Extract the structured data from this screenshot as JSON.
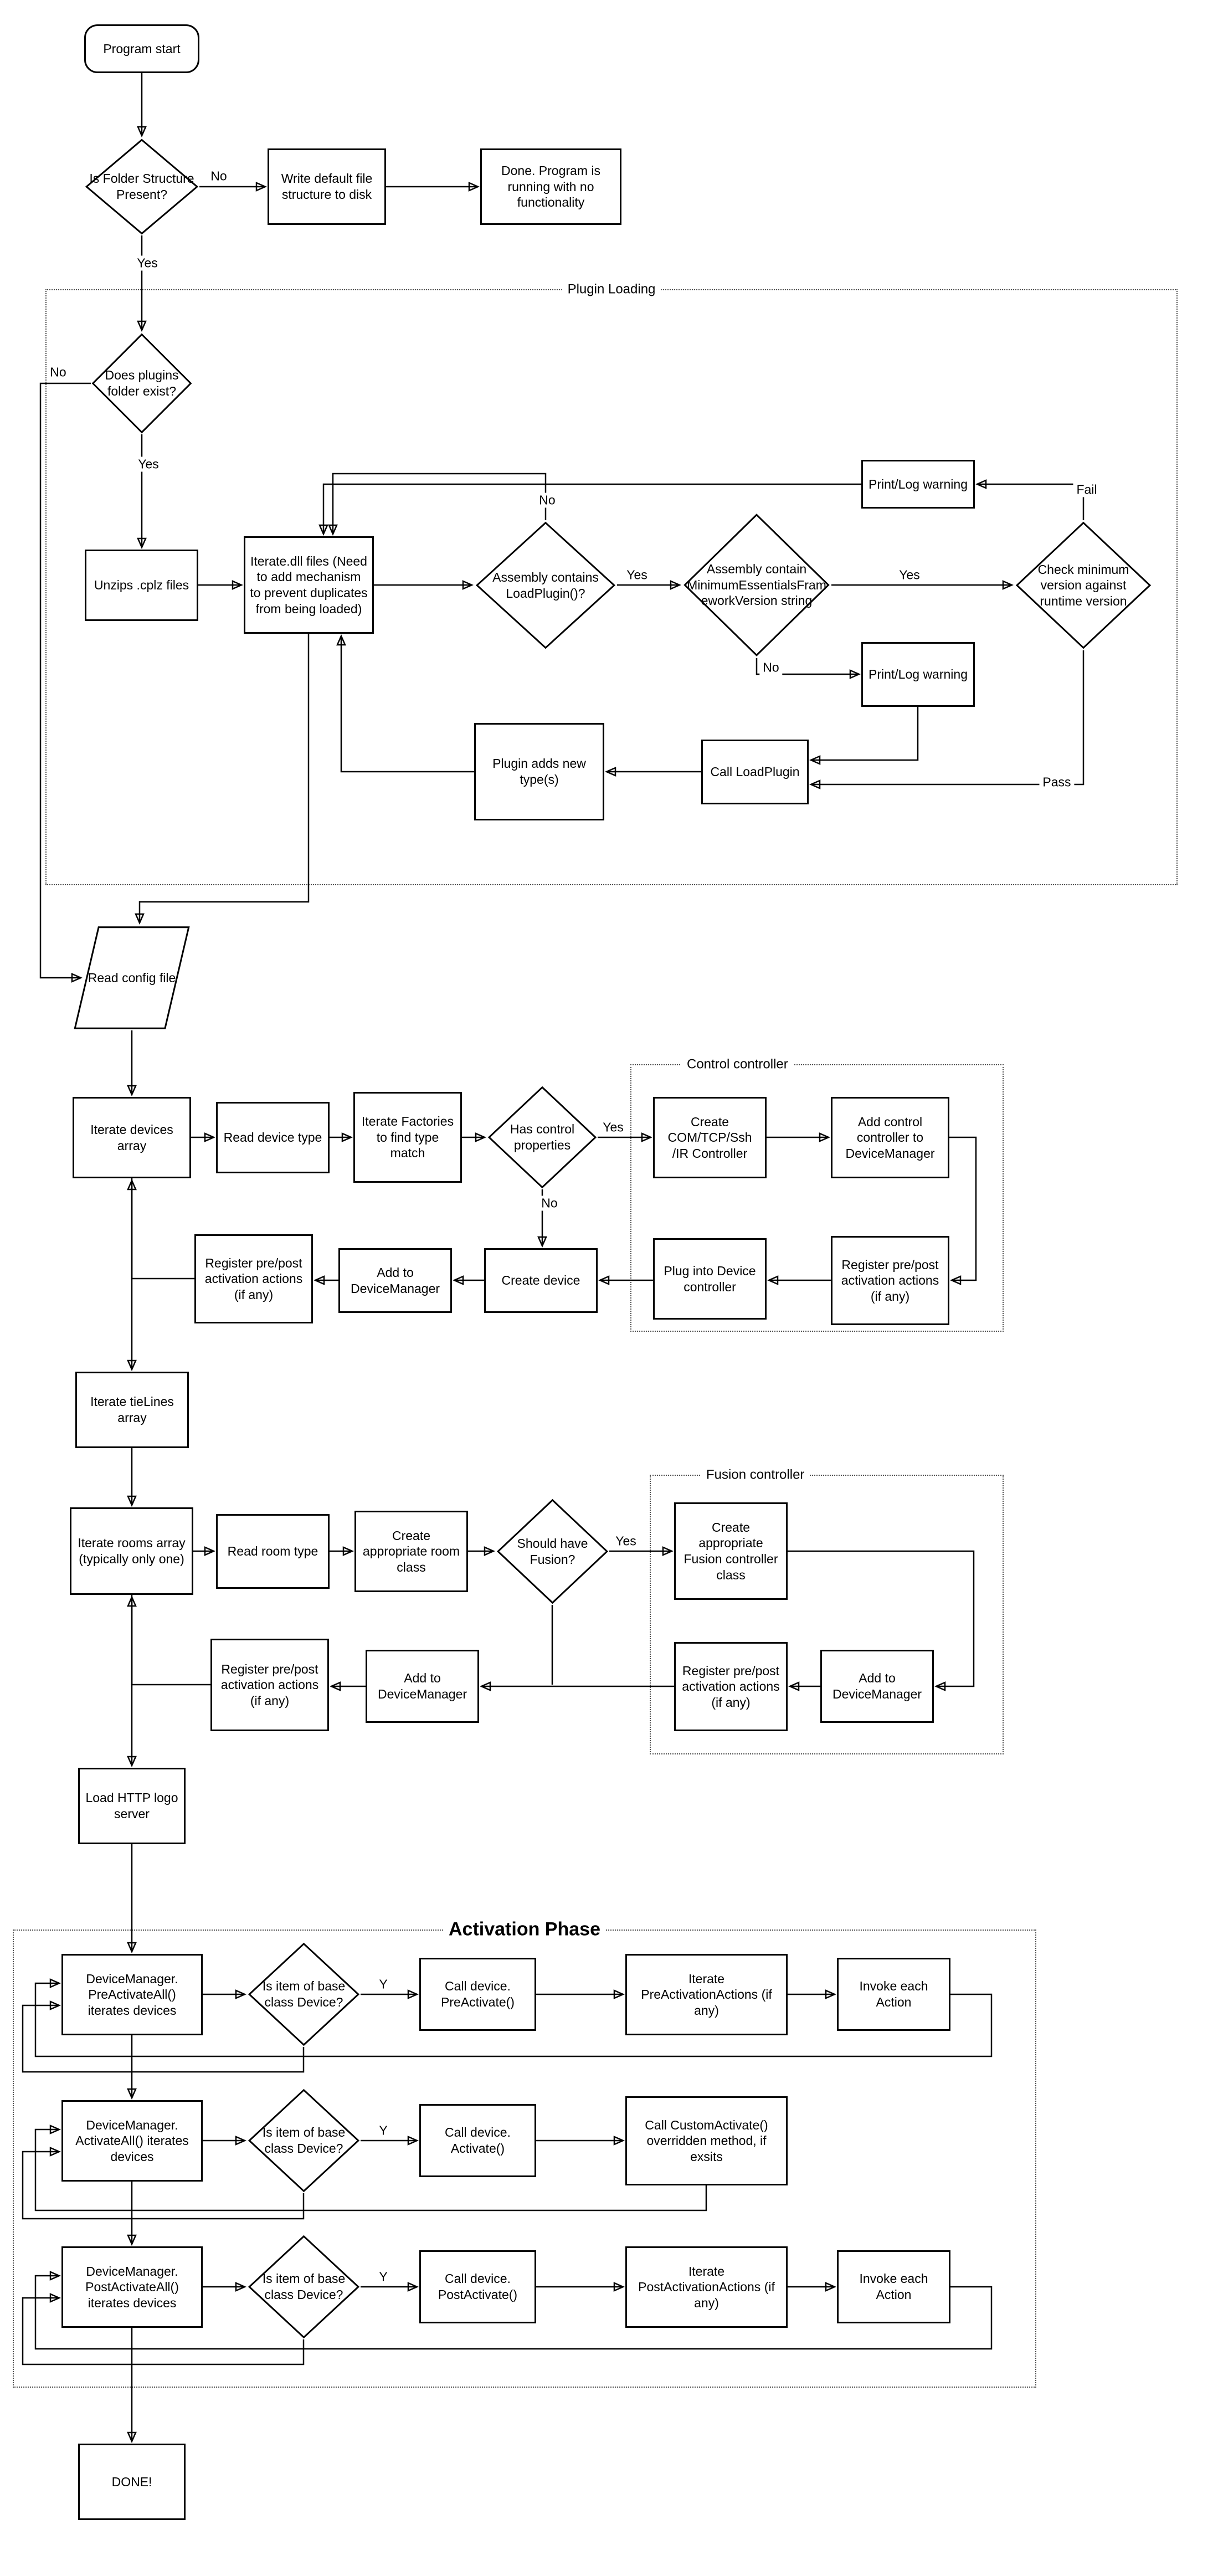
{
  "containers": {
    "plugin_loading": "Plugin Loading",
    "control_controller": "Control controller",
    "fusion_controller": "Fusion controller",
    "activation_phase": "Activation Phase"
  },
  "nodes": {
    "program_start": "Program start",
    "folder_check": "Is Folder Structure Present?",
    "write_default": "Write default file structure to disk",
    "done_no_functionality": "Done.  Program is running with no functionality",
    "plugins_folder_check": "Does plugins folder exist?",
    "unzips_cplz": "Unzips .cplz files",
    "iterate_dll": "Iterate.dll files (Need to add mechanism to prevent duplicates from being loaded)",
    "assembly_contains_loadplugin": "Assembly contains LoadPlugin()?",
    "assembly_min_version": "Assembly contain MinimumEssentialsFrameworkVersion string",
    "check_min_version": "Check minimum version against runtime version",
    "print_log_warning_top": "Print/Log warning",
    "print_log_warning_mid": "Print/Log warning",
    "call_loadplugin": "Call LoadPlugin",
    "plugin_adds_types": "Plugin adds new type(s)",
    "read_config": "Read config file",
    "iterate_devices": "Iterate devices array",
    "read_device_type": "Read device type",
    "iterate_factories": "Iterate Factories to find type match",
    "has_control_properties": "Has control properties",
    "create_com_controller": "Create COM/TCP/Ssh /IR Controller",
    "add_control_to_dm": "Add control controller to DeviceManager",
    "register_prepost_control": "Register pre/post activation actions (if any)",
    "plug_into_device_controller": "Plug into Device controller",
    "create_device": "Create device",
    "add_to_dm_device": "Add to DeviceManager",
    "register_prepost_device": "Register pre/post activation actions (if any)",
    "iterate_tielines": "Iterate tieLines array",
    "iterate_rooms": "Iterate rooms array (typically only one)",
    "read_room_type": "Read room type",
    "create_room_class": "Create appropriate room class",
    "should_have_fusion": "Should have Fusion?",
    "create_fusion_controller": "Create appropriate Fusion controller class",
    "register_prepost_fusion": "Register pre/post activation actions (if any)",
    "add_to_dm_fusion": "Add to DeviceManager",
    "add_to_dm_room": "Add to DeviceManager",
    "register_prepost_room": "Register pre/post activation actions (if any)",
    "load_http_logo": "Load HTTP logo server",
    "preactivateall": "DeviceManager. PreActivateAll() iterates devices",
    "is_base_device_1": "Is item of base class Device?",
    "call_preactivate": "Call device. PreActivate()",
    "iterate_preactions": "Iterate PreActivationActions (if any)",
    "invoke_each_action_1": "Invoke each Action",
    "activateall": "DeviceManager. ActivateAll() iterates devices",
    "is_base_device_2": "Is item of base class Device?",
    "call_activate": "Call device. Activate()",
    "call_customactivate": "Call CustomActivate() overridden method, if exsits",
    "postactivateall": "DeviceManager. PostActivateAll() iterates devices",
    "is_base_device_3": "Is item of base class Device?",
    "call_postactivate": "Call device. PostActivate()",
    "iterate_postactions": "Iterate PostActivationActions (if any)",
    "invoke_each_action_2": "Invoke each Action",
    "done": "DONE!"
  },
  "edge_labels": {
    "folder_no": "No",
    "folder_yes": "Yes",
    "plugins_no": "No",
    "plugins_yes": "Yes",
    "loadplugin_no": "No",
    "loadplugin_yes": "Yes",
    "minver_yes": "Yes",
    "minver_no": "No",
    "version_fail": "Fail",
    "version_pass": "Pass",
    "control_yes": "Yes",
    "control_no": "No",
    "fusion_yes": "Yes",
    "base_y_1": "Y",
    "base_y_2": "Y",
    "base_y_3": "Y"
  }
}
